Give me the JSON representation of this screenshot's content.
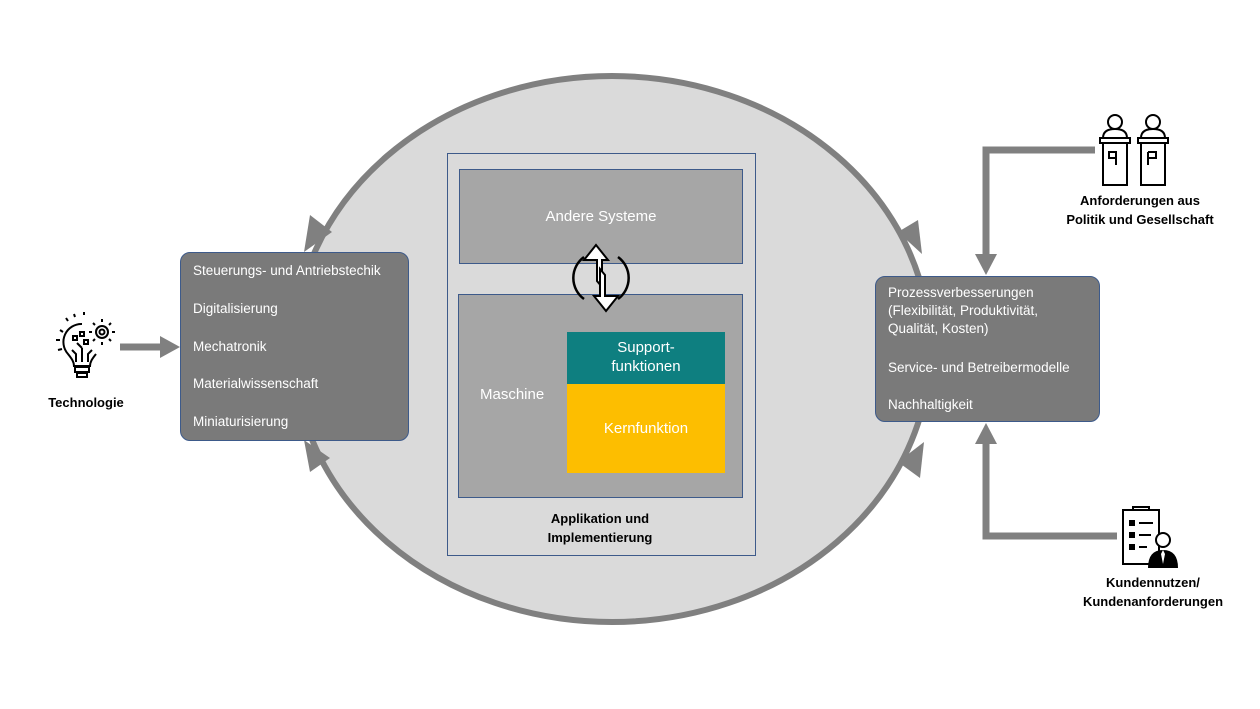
{
  "diagram": {
    "colors": {
      "ellipse_fill": "#dadada",
      "ellipse_stroke": "#808080",
      "box_fill": "#7a7a7a",
      "box_border": "#3d5a8a",
      "inner_box_fill": "#a6a6a6",
      "support_fill": "#0e7f80",
      "kern_fill": "#fdbe00",
      "arrow": "#808080"
    },
    "technology": {
      "icon": "lightbulb-gear-icon",
      "label": "Technologie"
    },
    "left_box": {
      "items": [
        "Steuerungs- und Antriebstechik",
        "Digitalisierung",
        "Mechatronik",
        "Materialwissenschaft",
        "Miniaturisierung"
      ]
    },
    "center": {
      "other_systems": "Andere Systeme",
      "exchange_icon": "bidirectional-exchange-icon",
      "machine": "Maschine",
      "support_line1": "Support-",
      "support_line2": "funktionen",
      "core": "Kernfunktion",
      "caption_line1": "Applikation und",
      "caption_line2": "Implementierung"
    },
    "right_box": {
      "line1": "Prozessverbesserungen",
      "line2": "(Flexibilität, Produktivität,",
      "line3": "Qualität, Kosten)",
      "line4": "Service- und Betreibermodelle",
      "line5": "Nachhaltigkeit"
    },
    "politics": {
      "icon": "podium-speakers-icon",
      "line1": "Anforderungen aus",
      "line2": "Politik und Gesellschaft"
    },
    "customer": {
      "icon": "clipboard-person-icon",
      "line1": "Kundennutzen/",
      "line2": "Kundenanforderungen"
    }
  }
}
